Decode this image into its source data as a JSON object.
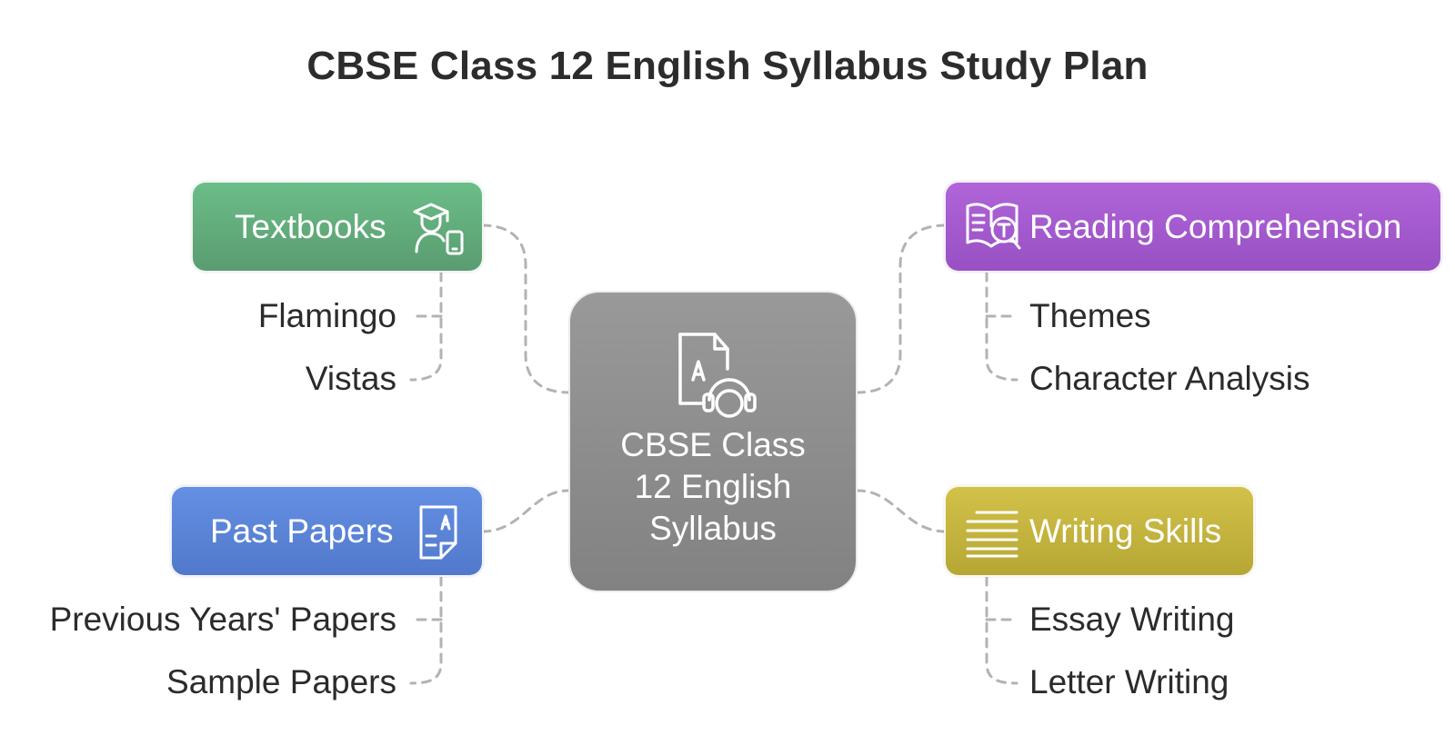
{
  "title": "CBSE Class 12 English Syllabus Study Plan",
  "center": {
    "label": "CBSE Class\n12 English\nSyllabus",
    "icon": "document-headphones-icon",
    "color": "#8c8c8c"
  },
  "branches": {
    "textbooks": {
      "label": "Textbooks",
      "icon": "student-device-icon",
      "color": "#62a97a",
      "items": [
        "Flamingo",
        "Vistas"
      ]
    },
    "reading": {
      "label": "Reading Comprehension",
      "icon": "book-search-icon",
      "color": "#a75bd1",
      "items": [
        "Themes",
        "Character Analysis"
      ]
    },
    "past_papers": {
      "label": "Past Papers",
      "icon": "paper-note-icon",
      "color": "#5c85d8",
      "items": [
        "Previous Years' Papers",
        "Sample Papers"
      ]
    },
    "writing": {
      "label": "Writing Skills",
      "icon": "text-lines-icon",
      "color": "#c3b43a",
      "items": [
        "Essay Writing",
        "Letter Writing"
      ]
    }
  }
}
